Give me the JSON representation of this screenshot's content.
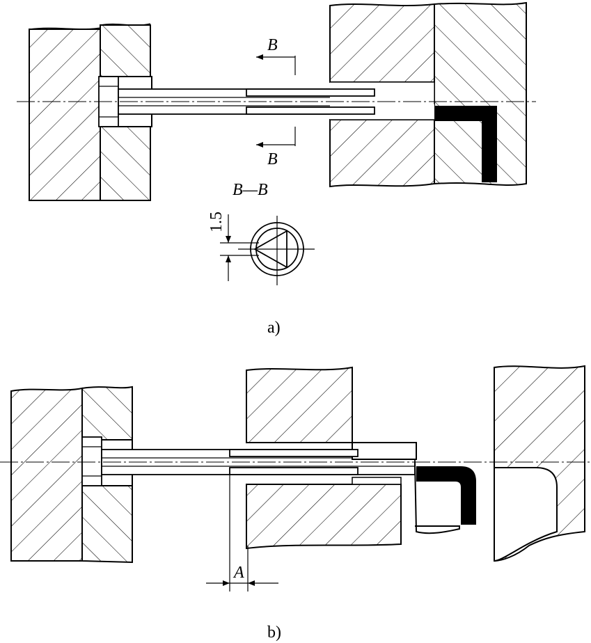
{
  "figure_a": {
    "caption": "a)",
    "section_mark_top": "B",
    "section_mark_bottom": "B",
    "section_view_title": "B—B",
    "dimension_value": "1.5"
  },
  "figure_b": {
    "caption": "b)",
    "dimension_label": "A"
  },
  "colors": {
    "line": "#000000",
    "background": "#ffffff"
  }
}
